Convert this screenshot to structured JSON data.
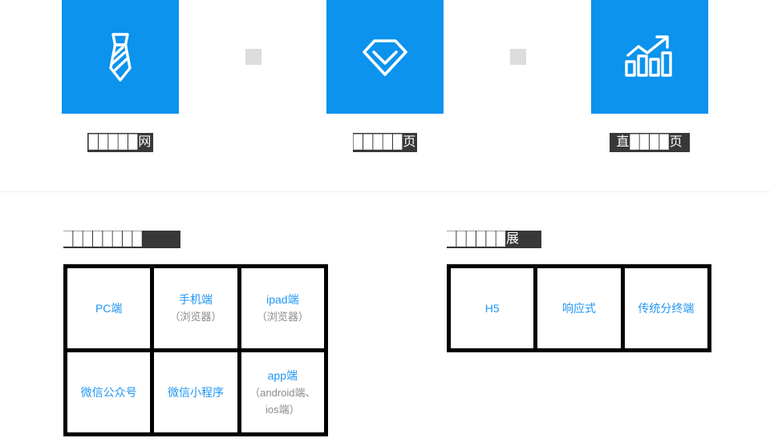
{
  "features": {
    "items": [
      {
        "icon": "necktie-icon",
        "caption": "█████网",
        "caption_width_class": "cap-w1"
      },
      {
        "icon": "diamond-gem-icon",
        "caption": "█████页",
        "caption_width_class": "cap-w2"
      },
      {
        "icon": "growth-bar-chart-icon",
        "caption": "直████页",
        "caption_width_class": "cap-w3"
      }
    ],
    "separators": [
      "divider-square",
      "divider-square"
    ],
    "tile_color": "#0b93ed",
    "separator_color": "#dcdcdc",
    "caption_bg_color": "#383838"
  },
  "sections": [
    {
      "heading": "████████",
      "cells": [
        {
          "main": "PC端",
          "sub": ""
        },
        {
          "main": "手机端",
          "sub": "（浏览器）"
        },
        {
          "main": "ipad端",
          "sub": "（浏览器）"
        },
        {
          "main": "微信公众号",
          "sub": ""
        },
        {
          "main": "微信小程序",
          "sub": ""
        },
        {
          "main": "app端",
          "sub": "（android端、ios端）"
        }
      ]
    },
    {
      "heading": "██████展",
      "cells": [
        {
          "main": "H5",
          "sub": ""
        },
        {
          "main": "响应式",
          "sub": ""
        },
        {
          "main": "传统分终端",
          "sub": ""
        }
      ]
    }
  ],
  "colors": {
    "accent_blue": "#0b93ed",
    "text_blue": "#2196f3",
    "text_gray": "#8c8c8c",
    "grid_border": "#000000",
    "redaction": "#383838",
    "divider": "#ededed"
  }
}
